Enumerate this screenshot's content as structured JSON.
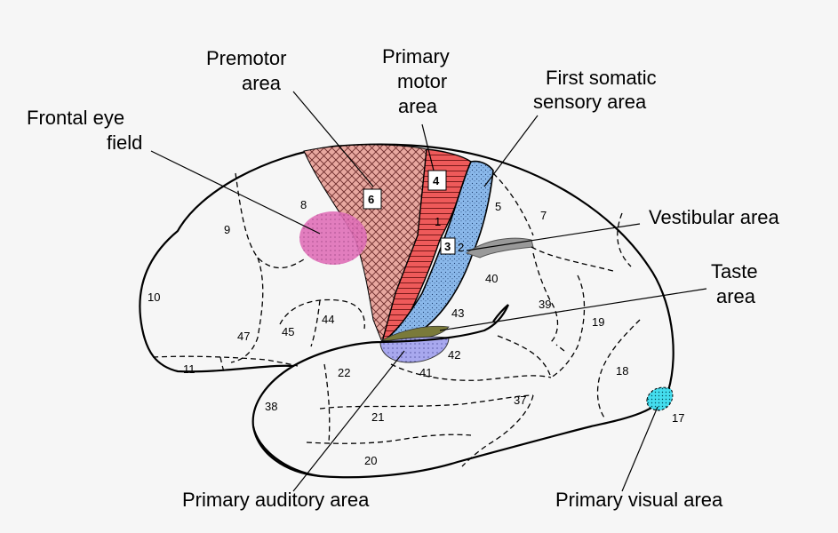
{
  "colors": {
    "background": "#f6f6f6",
    "premotor": "#e8a8a0",
    "primary_motor": "#ee5a5a",
    "somatic_sensory": "#8ab8ea",
    "frontal_eye_field": "#e070b8",
    "auditory": "#a8a8ee",
    "taste": "#8a8a4a",
    "vestibular": "#999999",
    "visual": "#44ddee"
  },
  "callouts": {
    "premotor": [
      "Premotor",
      "area"
    ],
    "primary_motor": [
      "Primary",
      "motor",
      "area"
    ],
    "somatic_sensory": [
      "First somatic",
      "sensory area"
    ],
    "frontal_eye": [
      "Frontal eye",
      "field"
    ],
    "vestibular": "Vestibular area",
    "taste": [
      "Taste",
      "area"
    ],
    "auditory": "Primary auditory area",
    "visual": "Primary visual area"
  },
  "boxed_labels": {
    "area_6": "6",
    "area_4": "4",
    "area_3": "3"
  },
  "area_numbers": {
    "n1": "1",
    "n2": "2",
    "n5": "5",
    "n7": "7",
    "n8": "8",
    "n9": "9",
    "n10": "10",
    "n11": "11",
    "n17": "17",
    "n18": "18",
    "n19": "19",
    "n20": "20",
    "n21": "21",
    "n22": "22",
    "n37": "37",
    "n38": "38",
    "n39": "39",
    "n40": "40",
    "n41": "41",
    "n42": "42",
    "n43": "43",
    "n44": "44",
    "n45": "45",
    "n47": "47"
  }
}
